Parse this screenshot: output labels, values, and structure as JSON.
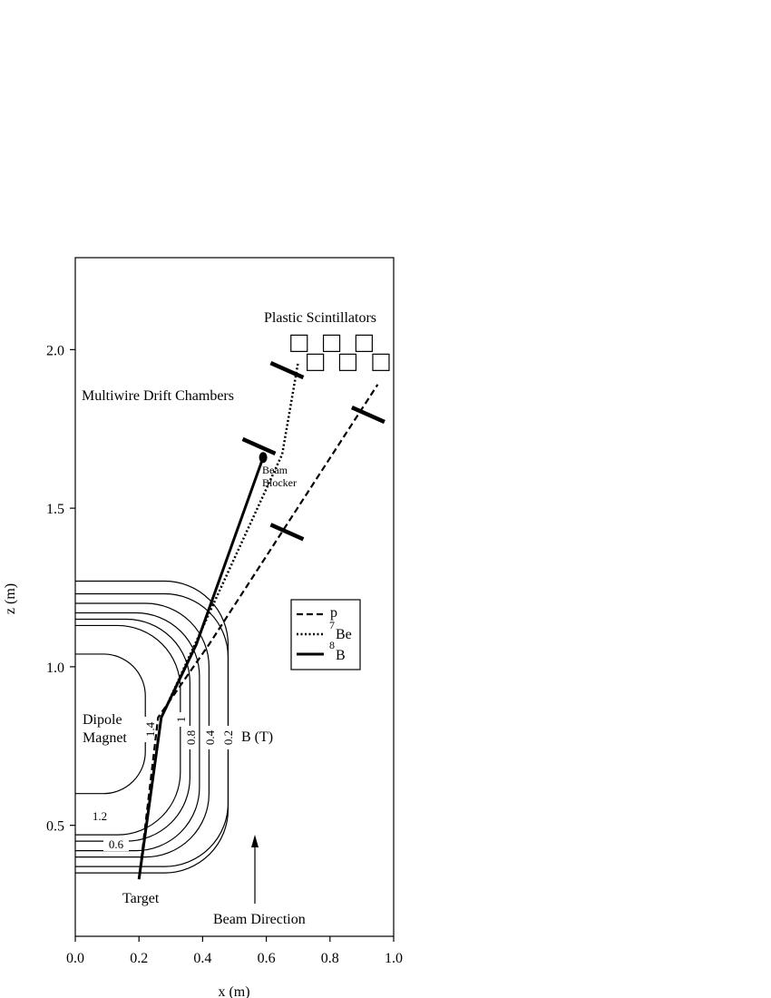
{
  "chart_data": {
    "type": "line",
    "xlabel": "x (m)",
    "ylabel": "z (m)",
    "xlim": [
      0.0,
      1.0
    ],
    "ylim": [
      0.15,
      2.29
    ],
    "xticks": [
      "0.0",
      "0.2",
      "0.4",
      "0.6",
      "0.8",
      "1.0"
    ],
    "yticks": [
      "0.5",
      "1.0",
      "1.5",
      "2.0"
    ],
    "xtick_values": [
      0.0,
      0.2,
      0.4,
      0.6,
      0.8,
      1.0
    ],
    "ytick_values": [
      0.5,
      1.0,
      1.5,
      2.0
    ],
    "legend": {
      "placement": "right-middle",
      "entries": [
        {
          "key": "p",
          "style": "dashed",
          "label": "p",
          "sup": ""
        },
        {
          "key": "be7",
          "style": "dotted",
          "label": "Be",
          "sup": "7"
        },
        {
          "key": "b8",
          "style": "solid",
          "label": "B",
          "sup": "8"
        }
      ]
    },
    "series": [
      {
        "name": "p",
        "style": "dashed",
        "x": [
          0.2,
          0.26,
          0.42,
          0.95
        ],
        "z": [
          0.33,
          0.84,
          1.07,
          1.89
        ]
      },
      {
        "name": "7Be",
        "style": "dotted",
        "x": [
          0.2,
          0.27,
          0.38,
          0.65,
          0.7
        ],
        "z": [
          0.33,
          0.84,
          1.08,
          1.67,
          1.96
        ]
      },
      {
        "name": "8B",
        "style": "solid",
        "x": [
          0.2,
          0.27,
          0.38,
          0.59
        ],
        "z": [
          0.33,
          0.84,
          1.07,
          1.66
        ]
      }
    ],
    "annotations": {
      "plastic_scintillators": "Plastic Scintillators",
      "multiwire_drift_chambers": "Multiwire Drift Chambers",
      "beam_blocker_line1": "Beam",
      "beam_blocker_line2": "Blocker",
      "dipole_line1": "Dipole",
      "dipole_line2": "Magnet",
      "target": "Target",
      "beam_direction": "Beam Direction",
      "field_label": "B (T)",
      "contours": [
        "1.4",
        "1",
        "0.8",
        "0.4",
        "0.2",
        "1.2",
        "0.6"
      ]
    },
    "detectors": [
      {
        "x": 0.665,
        "z": 1.935
      },
      {
        "x": 0.577,
        "z": 1.695
      },
      {
        "x": 0.92,
        "z": 1.795
      },
      {
        "x": 0.665,
        "z": 1.425
      }
    ],
    "scintillators": [
      {
        "x": 0.703,
        "z": 2.02
      },
      {
        "x": 0.805,
        "z": 2.02
      },
      {
        "x": 0.907,
        "z": 2.02
      },
      {
        "x": 0.754,
        "z": 1.96
      },
      {
        "x": 0.856,
        "z": 1.96
      },
      {
        "x": 0.96,
        "z": 1.96
      }
    ],
    "beam_blocker": {
      "x": 0.59,
      "z": 1.66
    },
    "field_contours": [
      {
        "x_min": 0.0,
        "x_max": 0.22,
        "z_min": 0.6,
        "z_max": 1.04
      },
      {
        "x_min": 0.0,
        "x_max": 0.33,
        "z_min": 0.47,
        "z_max": 1.13
      },
      {
        "x_min": 0.0,
        "x_max": 0.36,
        "z_min": 0.45,
        "z_max": 1.15
      },
      {
        "x_min": 0.0,
        "x_max": 0.39,
        "z_min": 0.42,
        "z_max": 1.17
      },
      {
        "x_min": 0.0,
        "x_max": 0.42,
        "z_min": 0.4,
        "z_max": 1.2
      },
      {
        "x_min": 0.0,
        "x_max": 0.48,
        "z_min": 0.37,
        "z_max": 1.23
      },
      {
        "x_min": 0.0,
        "x_max": 0.48,
        "z_min": 0.35,
        "z_max": 1.27
      }
    ]
  }
}
